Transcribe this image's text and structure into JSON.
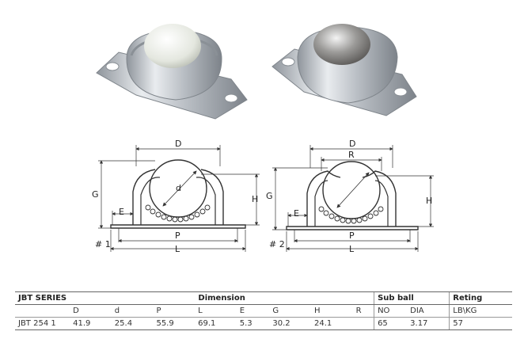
{
  "drawing1": {
    "label": "# 1",
    "dims": {
      "D": "D",
      "d": "d",
      "G": "G",
      "H": "H",
      "E": "E",
      "P": "P",
      "L": "L"
    }
  },
  "drawing2": {
    "label": "# 2",
    "dims": {
      "D": "D",
      "R": "R",
      "G": "G",
      "H": "H",
      "E": "E",
      "P": "P",
      "L": "L"
    }
  },
  "table": {
    "series_label": "JBT SERIES",
    "dimension_label": "Dimension",
    "subball_label": "Sub ball",
    "rating_label": "Reting",
    "columns": [
      "D",
      "d",
      "P",
      "L",
      "E",
      "G",
      "H",
      "R"
    ],
    "subball_columns": [
      "NO",
      "DIA"
    ],
    "rating_unit": "LB\\KG",
    "rows": [
      {
        "model": "JBT 254 1",
        "values": [
          "41.9",
          "25.4",
          "55.9",
          "69.1",
          "5.3",
          "30.2",
          "24.1",
          ""
        ],
        "no": "65",
        "dia": "3.17",
        "rating": "57"
      }
    ]
  },
  "colors": {
    "steel": "#c9cdd2",
    "nylon": "#eceee8",
    "line": "#333333"
  }
}
